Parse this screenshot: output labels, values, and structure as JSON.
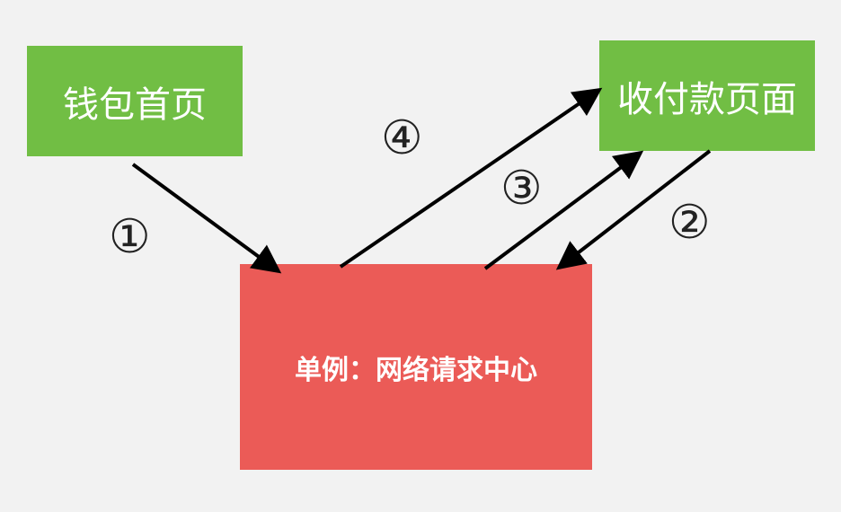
{
  "nodes": {
    "wallet_home": {
      "label": "钱包首页",
      "color": "#71be44"
    },
    "payment_page": {
      "label": "收付款页面",
      "color": "#71be44"
    },
    "network_center": {
      "label": "单例：网络请求中心",
      "color": "#eb5b57"
    }
  },
  "steps": [
    "①",
    "②",
    "③",
    "④"
  ],
  "edges": [
    {
      "step": "①",
      "from": "钱包首页",
      "to": "单例：网络请求中心"
    },
    {
      "step": "②",
      "from": "收付款页面",
      "to": "单例：网络请求中心"
    },
    {
      "step": "③",
      "from": "单例：网络请求中心",
      "to": "收付款页面"
    },
    {
      "step": "④",
      "from": "单例：网络请求中心",
      "to": "收付款页面"
    }
  ]
}
